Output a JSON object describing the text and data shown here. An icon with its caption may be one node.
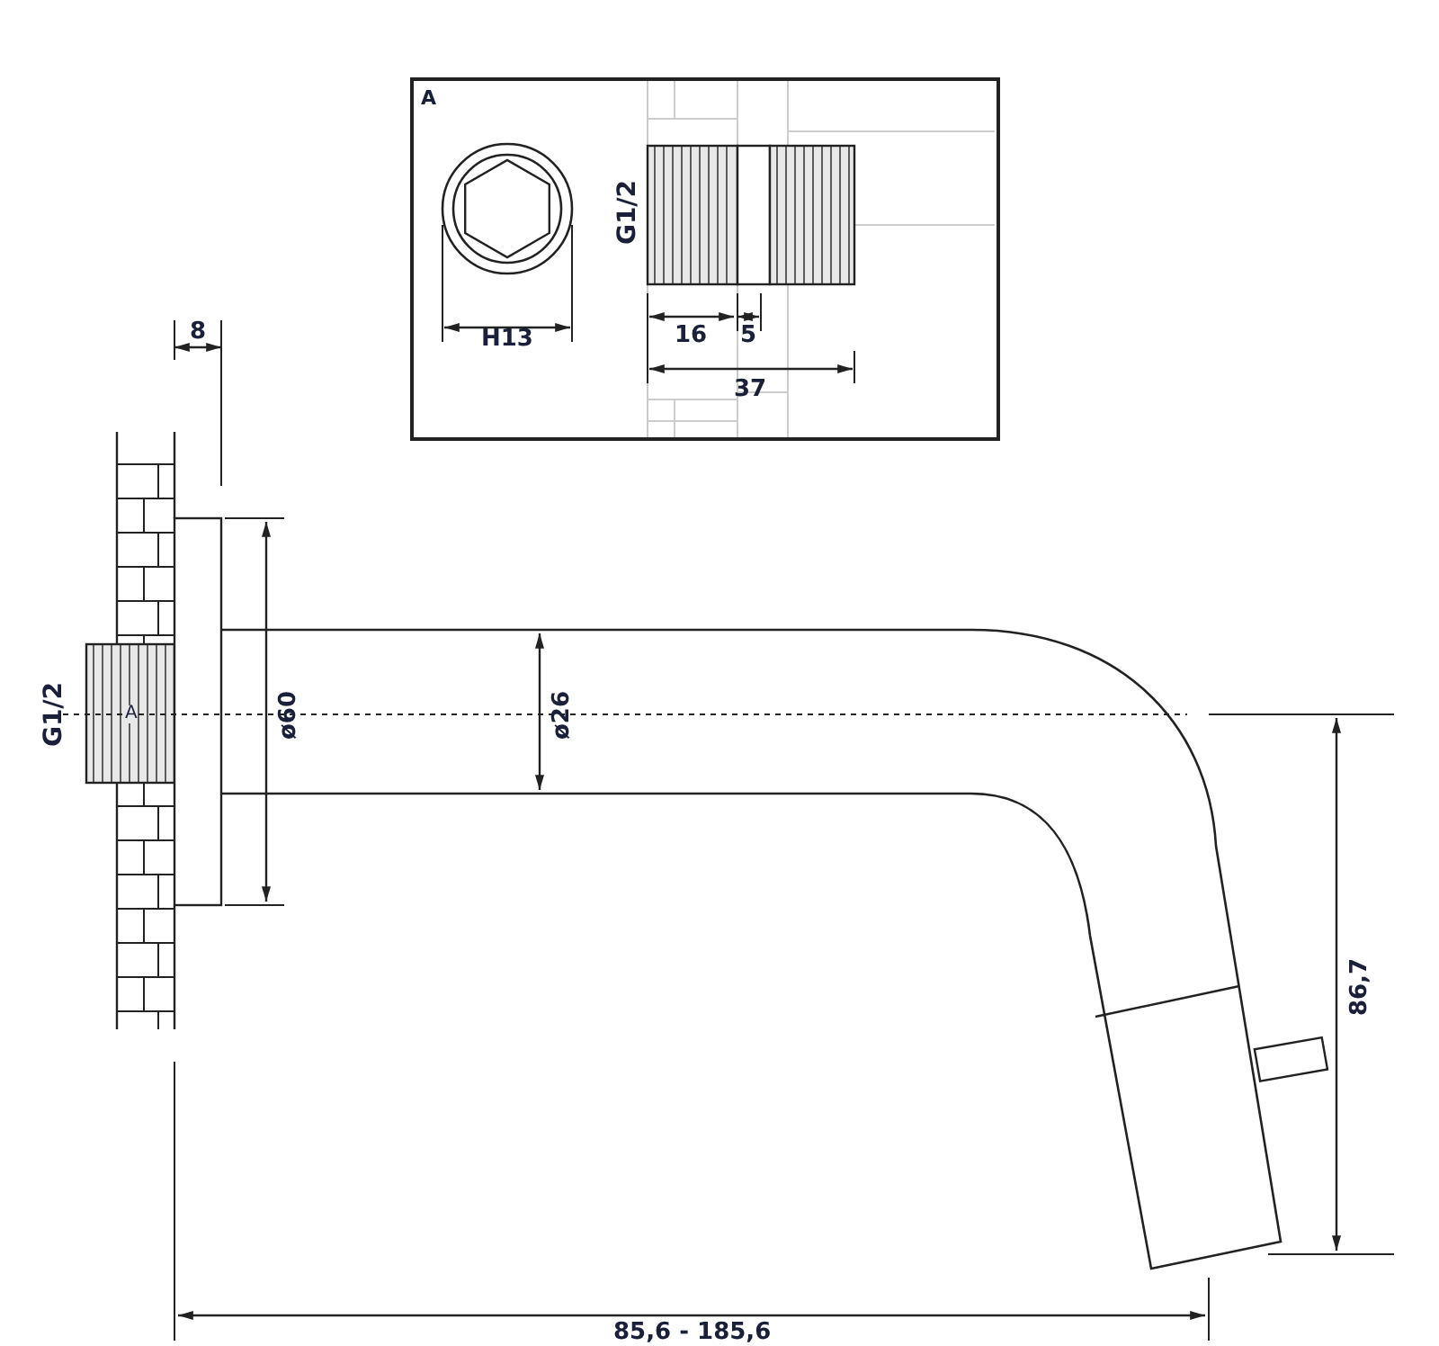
{
  "diagram": {
    "nodes": [
      {
        "text": [
          "A"
        ]
      }
    ],
    "labels": [
      "G1/2",
      "H13",
      "16",
      "5",
      "37",
      "8",
      "G1/2",
      "A",
      "ø60",
      "ø26",
      "86,7",
      "85,6 - 185,6"
    ]
  }
}
